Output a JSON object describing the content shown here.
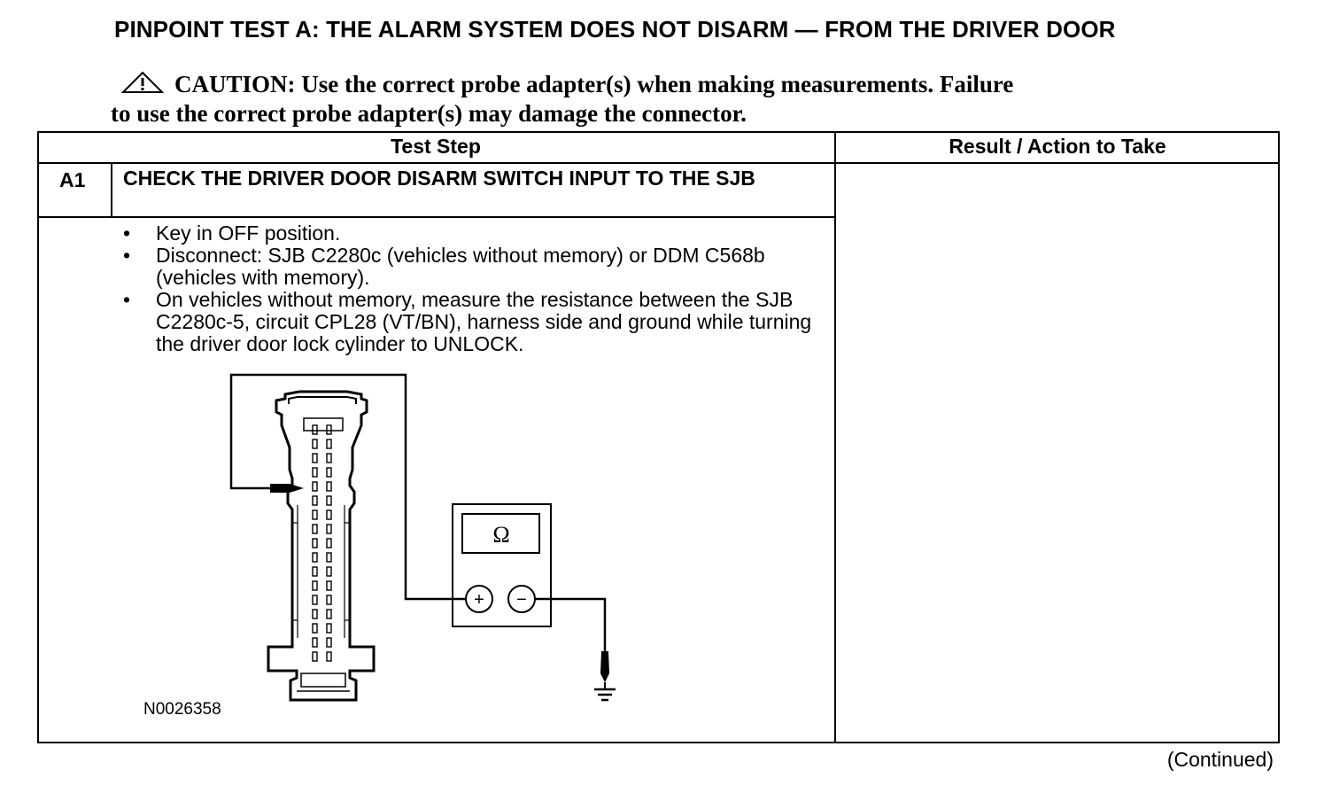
{
  "page": {
    "title": "PINPOINT TEST  A: THE ALARM SYSTEM DOES NOT DISARM — FROM THE DRIVER DOOR",
    "caution": {
      "icon": "warning-triangle-icon",
      "label": "CAUTION:",
      "line1": "Use the correct probe adapter(s) when making measurements. Failure",
      "line2": "to use the correct probe adapter(s) may damage the connector."
    },
    "continued": "(Continued)"
  },
  "table": {
    "headers": {
      "test_step": "Test Step",
      "result": "Result / Action to Take"
    },
    "step": {
      "id": "A1",
      "title": "CHECK THE DRIVER DOOR DISARM SWITCH INPUT TO THE SJB",
      "bullets": [
        "Key in OFF position.",
        "Disconnect: SJB C2280c (vehicles without memory) or DDM C568b (vehicles with memory).",
        "On vehicles without memory, measure the resistance between the SJB C2280c-5, circuit CPL28 (VT/BN), harness side and ground while turning the driver door lock cylinder to UNLOCK."
      ],
      "figure": {
        "id": "N0026358",
        "meter_symbol": "Ω",
        "plus": "+",
        "minus": "−",
        "icons": [
          "connector-icon",
          "ohmmeter-icon",
          "ground-symbol-icon"
        ]
      }
    }
  },
  "colors": {
    "ink": "#000000",
    "paper": "#ffffff"
  }
}
